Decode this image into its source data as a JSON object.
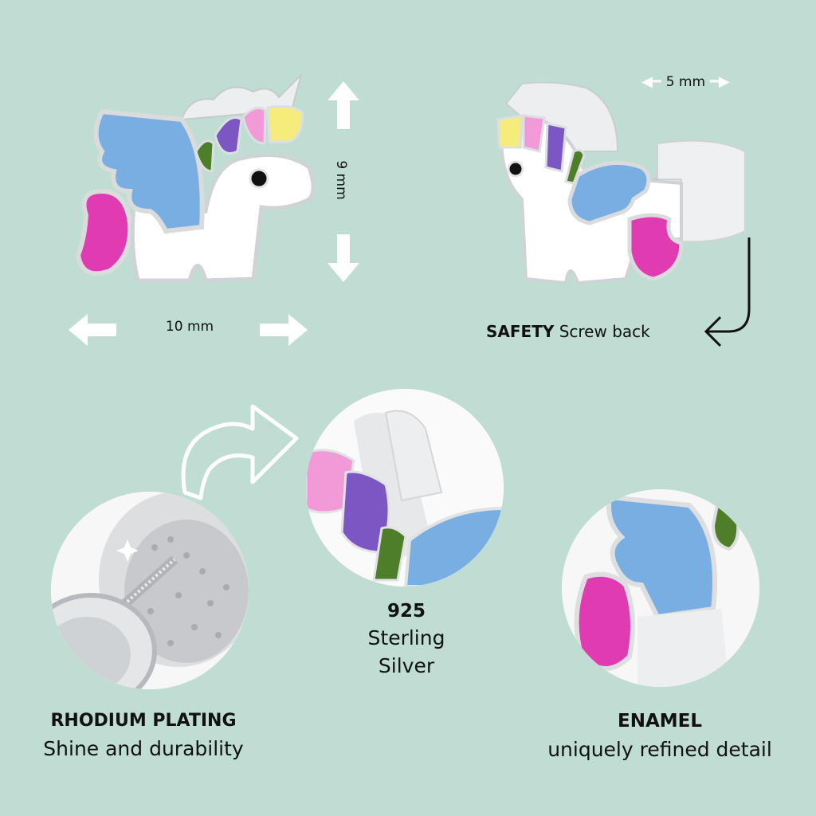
{
  "background_color": "#bfddd2",
  "enamel_colors": {
    "yellow": "#f5ec7c",
    "pink": "#f29ad8",
    "purple": "#7c57c4",
    "green": "#4f7e2a",
    "blue": "#78aee2",
    "magenta": "#e03bb0",
    "silver": "#e6e8ea",
    "white": "#ffffff",
    "eye": "#111111"
  },
  "front_view": {
    "height_label": "9 mm",
    "width_label": "10 mm"
  },
  "side_view": {
    "depth_label": "5 mm",
    "caption_bold": "SAFETY",
    "caption_rest": " Screw back"
  },
  "features": [
    {
      "title": "RHODIUM PLATING",
      "subtitle": "Shine and durability"
    },
    {
      "title": "925",
      "subtitle_line1": "Sterling",
      "subtitle_line2": "Silver"
    },
    {
      "title": "ENAMEL",
      "subtitle": "uniquely refined detail"
    }
  ],
  "icons": {
    "up": "arrow-up",
    "down": "arrow-down",
    "left": "arrow-left",
    "right": "arrow-right",
    "curved": "curved-arrow",
    "return": "return-arrow"
  }
}
